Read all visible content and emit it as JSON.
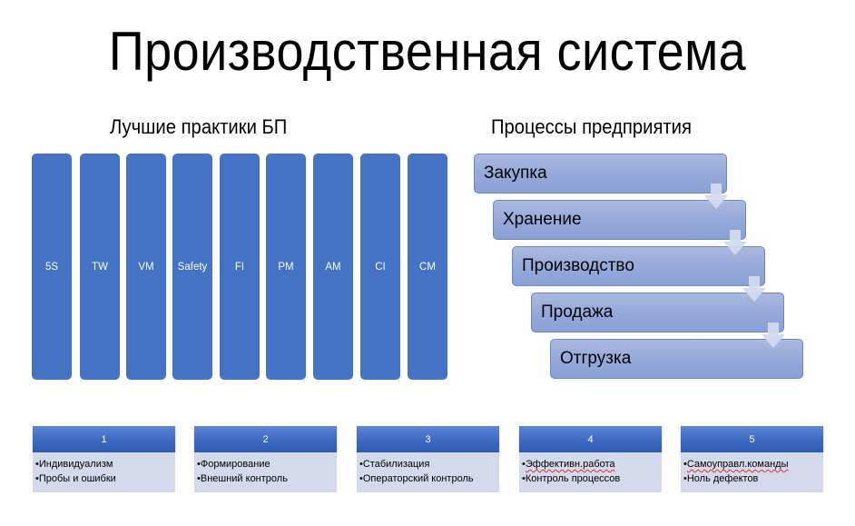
{
  "title": "Производственная система",
  "left": {
    "heading": "Лучшие практики БП",
    "columns": [
      "5S",
      "TW",
      "VM",
      "Safety",
      "FI",
      "PM",
      "AM",
      "CI",
      "CM"
    ],
    "color": "#4472c4"
  },
  "right": {
    "heading": "Процессы предприятия",
    "steps": [
      "Закупка",
      "Хранение",
      "Производство",
      "Продажа",
      "Отгрузка"
    ]
  },
  "stages": [
    {
      "num": "1",
      "items": [
        "Индивидуализм",
        "Пробы и ошибки"
      ]
    },
    {
      "num": "2",
      "items": [
        "Формирование",
        "Внешний контроль"
      ]
    },
    {
      "num": "3",
      "items": [
        "Стабилизация",
        "Операторский контроль"
      ]
    },
    {
      "num": "4",
      "items": [
        "Эффективн.работа",
        "Контроль процессов"
      ]
    },
    {
      "num": "5",
      "items": [
        "Самоуправл.команды",
        "Ноль дефектов"
      ]
    }
  ]
}
